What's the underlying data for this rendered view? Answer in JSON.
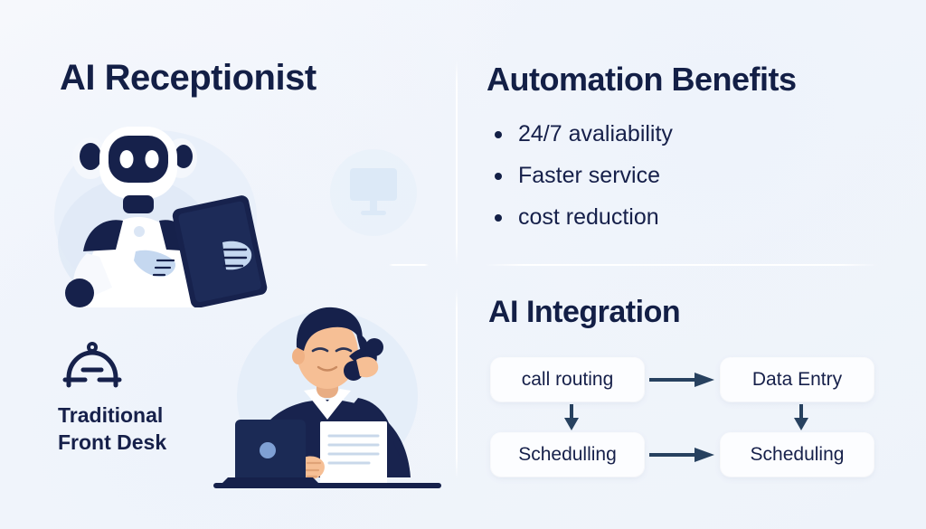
{
  "meta": {
    "background_color": "#f3f6fb",
    "accent_dark": "#131f46",
    "arrow_color": "#27415f",
    "box_fill": "#fcfdff"
  },
  "left_column": {
    "title": "AI Receptionist",
    "robot_illustration": {
      "name": "ai-robot-with-tablet",
      "body_color": "#ffffff",
      "face_color": "#16214b",
      "accent_color": "#b9cdea"
    },
    "ghost_icon_name": "desktop-monitor-icon",
    "bell_icon_name": "service-bell-icon",
    "caption_line_1": "Traditional",
    "caption_line_2": "Front Desk",
    "desk_illustration": {
      "name": "receptionist-on-phone-with-laptop",
      "hair_color": "#16214b",
      "skin_color": "#f6bf95",
      "sweater_color": "#18234e"
    }
  },
  "right_column": {
    "benefits": {
      "title": "Automation Benefits",
      "items": [
        "24/7 avaliability",
        "Faster service",
        "cost reduction"
      ]
    },
    "integration": {
      "title": "AI Integration",
      "nodes": [
        {
          "id": "call-routing",
          "label": "call routing"
        },
        {
          "id": "data-entry",
          "label": "Data Entry"
        },
        {
          "id": "schedulling",
          "label": "Schedulling"
        },
        {
          "id": "scheduling",
          "label": "Scheduling"
        }
      ],
      "edges": [
        {
          "from": "call-routing",
          "to": "data-entry",
          "direction": "right"
        },
        {
          "from": "call-routing",
          "to": "schedulling",
          "direction": "down"
        },
        {
          "from": "data-entry",
          "to": "scheduling",
          "direction": "down"
        },
        {
          "from": "schedulling",
          "to": "scheduling",
          "direction": "right"
        }
      ]
    }
  }
}
